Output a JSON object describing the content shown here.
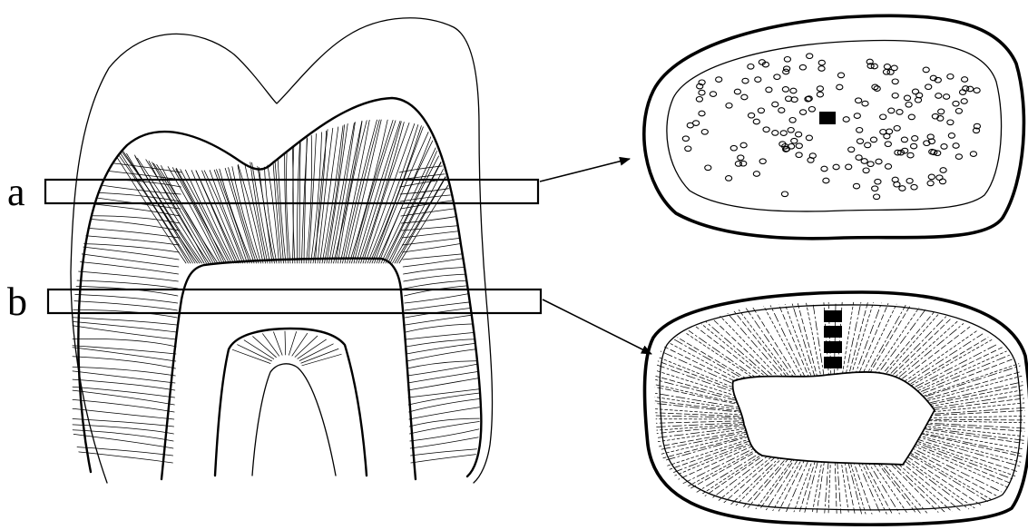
{
  "labels": {
    "a": "a",
    "b": "b"
  },
  "cross_section_a": {
    "dot_count": 170
  },
  "cross_section_b": {
    "block_count": 4
  }
}
